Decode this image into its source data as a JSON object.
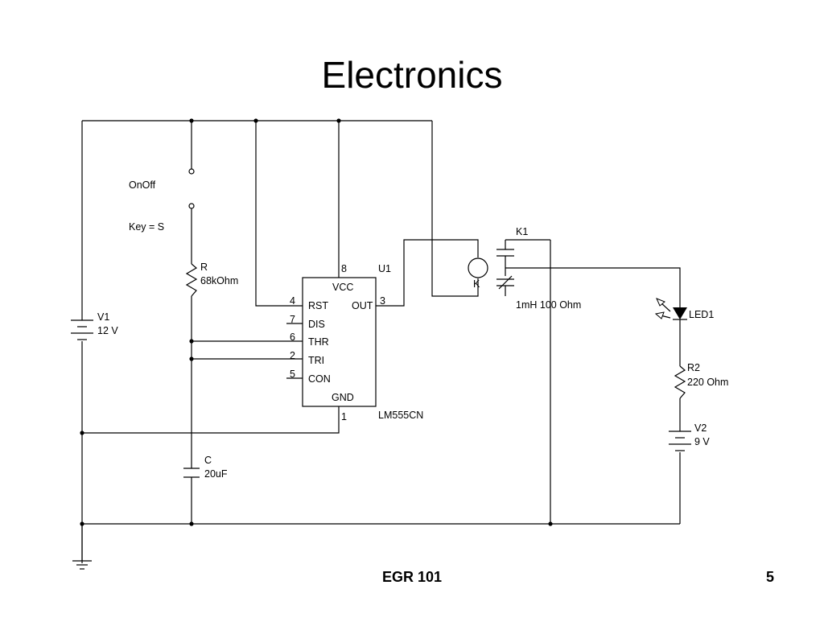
{
  "slide": {
    "title": "Electronics",
    "footer": "EGR 101",
    "page_number": "5"
  },
  "components": {
    "switch": {
      "name": "OnOff",
      "key": "Key = S"
    },
    "resistor_r": {
      "name": "R",
      "value": "68kOhm"
    },
    "capacitor_c": {
      "name": "C",
      "value": "20uF"
    },
    "battery_v1": {
      "name": "V1",
      "value": "12 V"
    },
    "timer_u1": {
      "name": "U1",
      "part": "LM555CN",
      "pins": {
        "vcc": {
          "label": "VCC",
          "number": "8"
        },
        "rst": {
          "label": "RST",
          "number": "4"
        },
        "dis": {
          "label": "DIS",
          "number": "7"
        },
        "thr": {
          "label": "THR",
          "number": "6"
        },
        "tri": {
          "label": "TRI",
          "number": "2"
        },
        "con": {
          "label": "CON",
          "number": "5"
        },
        "out": {
          "label": "OUT",
          "number": "3"
        },
        "gnd": {
          "label": "GND",
          "number": "1"
        }
      }
    },
    "relay_k1": {
      "name": "K1",
      "coil_label": "K",
      "value": "1mH 100 Ohm"
    },
    "led1": {
      "name": "LED1"
    },
    "resistor_r2": {
      "name": "R2",
      "value": "220 Ohm"
    },
    "battery_v2": {
      "name": "V2",
      "value": "9 V"
    }
  }
}
